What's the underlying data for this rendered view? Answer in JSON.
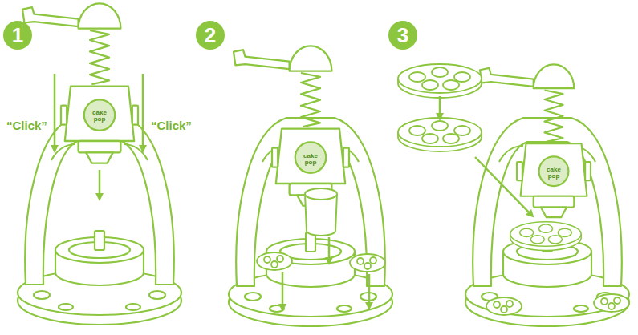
{
  "diagram": {
    "nodes": [
      {
        "text": [
          "1"
        ]
      },
      {
        "text": [
          "2"
        ]
      },
      {
        "text": [
          "3"
        ]
      }
    ],
    "labels": [
      "“Click”",
      "“Click”",
      "cake pop",
      "cake pop",
      "cake pop"
    ]
  }
}
